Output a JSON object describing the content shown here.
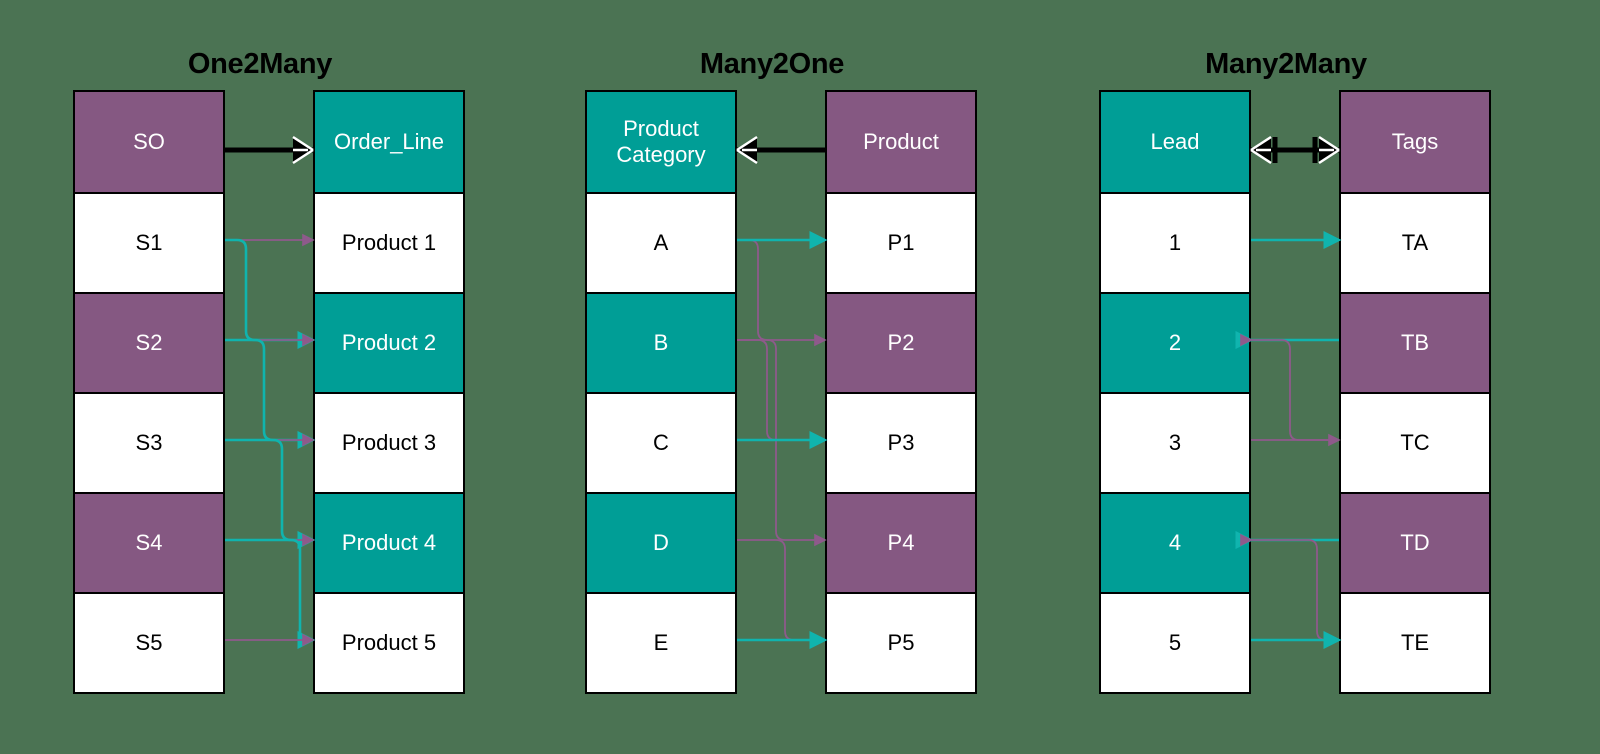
{
  "meta": {
    "background_color": "#4B7353",
    "purple": "#855882",
    "teal": "#009E96",
    "white": "#FFFFFF",
    "black": "#000000",
    "link_purple": "#8E5A8B",
    "link_teal": "#10B4AE"
  },
  "panels": [
    {
      "title": "One2Many",
      "relation": "one-to-many",
      "left_table": {
        "name": "SO",
        "header_color": "purple",
        "rows": [
          {
            "label": "S1",
            "color": "white"
          },
          {
            "label": "S2",
            "color": "purple"
          },
          {
            "label": "S3",
            "color": "white"
          },
          {
            "label": "S4",
            "color": "purple"
          },
          {
            "label": "S5",
            "color": "white"
          }
        ]
      },
      "right_table": {
        "name": "Order_Line",
        "header_color": "teal",
        "rows": [
          {
            "label": "Product 1",
            "color": "white"
          },
          {
            "label": "Product 2",
            "color": "teal"
          },
          {
            "label": "Product 3",
            "color": "white"
          },
          {
            "label": "Product 4",
            "color": "teal"
          },
          {
            "label": "Product 5",
            "color": "white"
          }
        ]
      },
      "connector": {
        "left_marker": "none",
        "right_marker": "crowsfoot"
      },
      "mappings": [
        {
          "from": 1,
          "to": 1,
          "color": "link_purple"
        },
        {
          "from": 1,
          "to": 2,
          "color": "link_teal"
        },
        {
          "from": 2,
          "to": 2,
          "color": "link_purple"
        },
        {
          "from": 2,
          "to": 3,
          "color": "link_teal"
        },
        {
          "from": 3,
          "to": 3,
          "color": "link_purple"
        },
        {
          "from": 3,
          "to": 4,
          "color": "link_teal"
        },
        {
          "from": 4,
          "to": 4,
          "color": "link_purple"
        },
        {
          "from": 4,
          "to": 5,
          "color": "link_teal"
        },
        {
          "from": 5,
          "to": 5,
          "color": "link_purple"
        }
      ]
    },
    {
      "title": "Many2One",
      "relation": "many-to-one",
      "left_table": {
        "name": "Product Category",
        "header_color": "teal",
        "rows": [
          {
            "label": "A",
            "color": "white"
          },
          {
            "label": "B",
            "color": "teal"
          },
          {
            "label": "C",
            "color": "white"
          },
          {
            "label": "D",
            "color": "teal"
          },
          {
            "label": "E",
            "color": "white"
          }
        ]
      },
      "right_table": {
        "name": "Product",
        "header_color": "purple",
        "rows": [
          {
            "label": "P1",
            "color": "white"
          },
          {
            "label": "P2",
            "color": "purple"
          },
          {
            "label": "P3",
            "color": "white"
          },
          {
            "label": "P4",
            "color": "purple"
          },
          {
            "label": "P5",
            "color": "white"
          }
        ]
      },
      "connector": {
        "left_marker": "crowsfoot",
        "right_marker": "none"
      },
      "mappings": [
        {
          "from": 1,
          "to": 1,
          "color": "link_purple"
        },
        {
          "from": 1,
          "to": 2,
          "color": "link_purple"
        },
        {
          "from": 2,
          "to": 3,
          "color": "link_purple"
        },
        {
          "from": 2,
          "to": 4,
          "color": "link_purple"
        },
        {
          "from": 4,
          "to": 5,
          "color": "link_purple"
        },
        {
          "from": 1,
          "to": 1,
          "color": "link_teal"
        },
        {
          "from": 3,
          "to": 3,
          "color": "link_teal"
        },
        {
          "from": 5,
          "to": 5,
          "color": "link_teal"
        }
      ]
    },
    {
      "title": "Many2Many",
      "relation": "many-to-many",
      "left_table": {
        "name": "Lead",
        "header_color": "teal",
        "rows": [
          {
            "label": "1",
            "color": "white"
          },
          {
            "label": "2",
            "color": "teal"
          },
          {
            "label": "3",
            "color": "white"
          },
          {
            "label": "4",
            "color": "teal"
          },
          {
            "label": "5",
            "color": "white"
          }
        ]
      },
      "right_table": {
        "name": "Tags",
        "header_color": "purple",
        "rows": [
          {
            "label": "TA",
            "color": "white"
          },
          {
            "label": "TB",
            "color": "purple"
          },
          {
            "label": "TC",
            "color": "white"
          },
          {
            "label": "TD",
            "color": "purple"
          },
          {
            "label": "TE",
            "color": "white"
          }
        ]
      },
      "connector": {
        "left_marker": "crowsfoot-bar",
        "right_marker": "crowsfoot-bar"
      },
      "mappings": [
        {
          "from": 1,
          "to": 1,
          "color": "link_purple"
        },
        {
          "from": 1,
          "to": 1,
          "color": "link_teal"
        },
        {
          "from": 2,
          "to": 2,
          "color": "link_teal",
          "reverse": true
        },
        {
          "from": 3,
          "to": 2,
          "color": "link_purple",
          "reverse": true
        },
        {
          "from": 3,
          "to": 3,
          "color": "link_purple"
        },
        {
          "from": 4,
          "to": 4,
          "color": "link_teal",
          "reverse": true
        },
        {
          "from": 5,
          "to": 4,
          "color": "link_purple",
          "reverse": true
        },
        {
          "from": 5,
          "to": 5,
          "color": "link_teal"
        }
      ]
    }
  ]
}
